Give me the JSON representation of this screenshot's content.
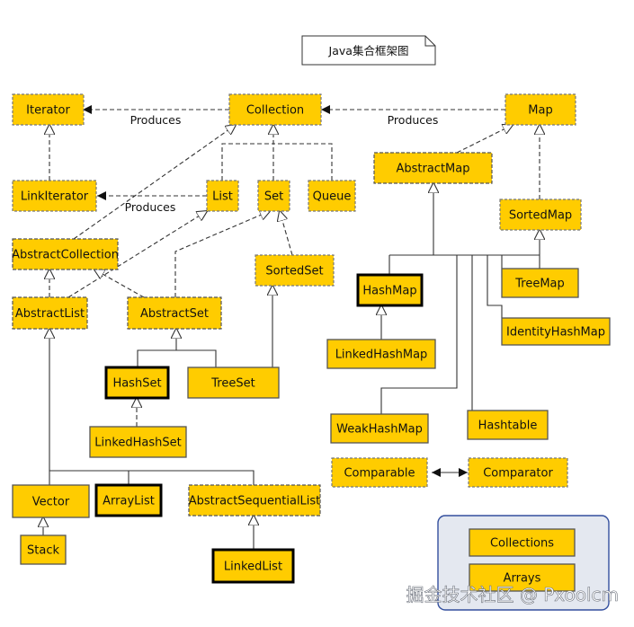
{
  "title": "Java集合框架图",
  "nodes": [
    {
      "id": "iterator",
      "label": "Iterator",
      "kind": "interface"
    },
    {
      "id": "collection",
      "label": "Collection",
      "kind": "interface"
    },
    {
      "id": "map",
      "label": "Map",
      "kind": "interface"
    },
    {
      "id": "linkiterator",
      "label": "LinkIterator",
      "kind": "interface"
    },
    {
      "id": "list",
      "label": "List",
      "kind": "interface"
    },
    {
      "id": "set",
      "label": "Set",
      "kind": "interface"
    },
    {
      "id": "queue",
      "label": "Queue",
      "kind": "interface"
    },
    {
      "id": "abstractmap",
      "label": "AbstractMap",
      "kind": "abstract"
    },
    {
      "id": "sortedmap",
      "label": "SortedMap",
      "kind": "interface"
    },
    {
      "id": "abstractcollection",
      "label": "AbstractCollection",
      "kind": "abstract"
    },
    {
      "id": "sortedset",
      "label": "SortedSet",
      "kind": "interface"
    },
    {
      "id": "abstractlist",
      "label": "AbstractList",
      "kind": "abstract"
    },
    {
      "id": "abstractset",
      "label": "AbstractSet",
      "kind": "abstract"
    },
    {
      "id": "hashmap",
      "label": "HashMap",
      "kind": "key"
    },
    {
      "id": "treemap",
      "label": "TreeMap",
      "kind": "class"
    },
    {
      "id": "identityhashmap",
      "label": "IdentityHashMap",
      "kind": "class"
    },
    {
      "id": "linkedhashmap",
      "label": "LinkedHashMap",
      "kind": "class"
    },
    {
      "id": "hashset",
      "label": "HashSet",
      "kind": "key"
    },
    {
      "id": "treeset",
      "label": "TreeSet",
      "kind": "class"
    },
    {
      "id": "linkedhashset",
      "label": "LinkedHashSet",
      "kind": "class"
    },
    {
      "id": "weakhashmap",
      "label": "WeakHashMap",
      "kind": "class"
    },
    {
      "id": "hashtable",
      "label": "Hashtable",
      "kind": "class"
    },
    {
      "id": "comparable",
      "label": "Comparable",
      "kind": "interface"
    },
    {
      "id": "comparator",
      "label": "Comparator",
      "kind": "interface"
    },
    {
      "id": "vector",
      "label": "Vector",
      "kind": "class"
    },
    {
      "id": "arraylist",
      "label": "ArrayList",
      "kind": "key"
    },
    {
      "id": "abstractsequentiallist",
      "label": "AbstractSequentialList",
      "kind": "abstract"
    },
    {
      "id": "stack",
      "label": "Stack",
      "kind": "class"
    },
    {
      "id": "linkedlist",
      "label": "LinkedList",
      "kind": "key"
    },
    {
      "id": "collections",
      "label": "Collections",
      "kind": "class"
    },
    {
      "id": "arrays",
      "label": "Arrays",
      "kind": "class"
    }
  ],
  "relations": {
    "produces_label": "Produces"
  },
  "watermark": "掘金技术社区 @ Pxoolcm"
}
